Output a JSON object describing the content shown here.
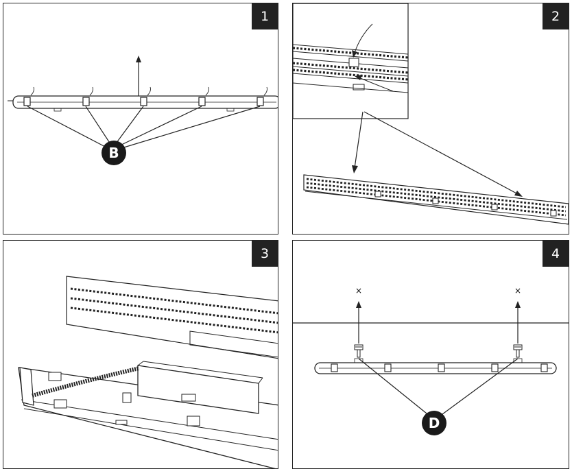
{
  "panels": [
    {
      "number": "1",
      "callout": "B"
    },
    {
      "number": "2"
    },
    {
      "number": "3"
    },
    {
      "number": "4",
      "callout": "D",
      "marks": [
        "×",
        "×"
      ]
    }
  ]
}
